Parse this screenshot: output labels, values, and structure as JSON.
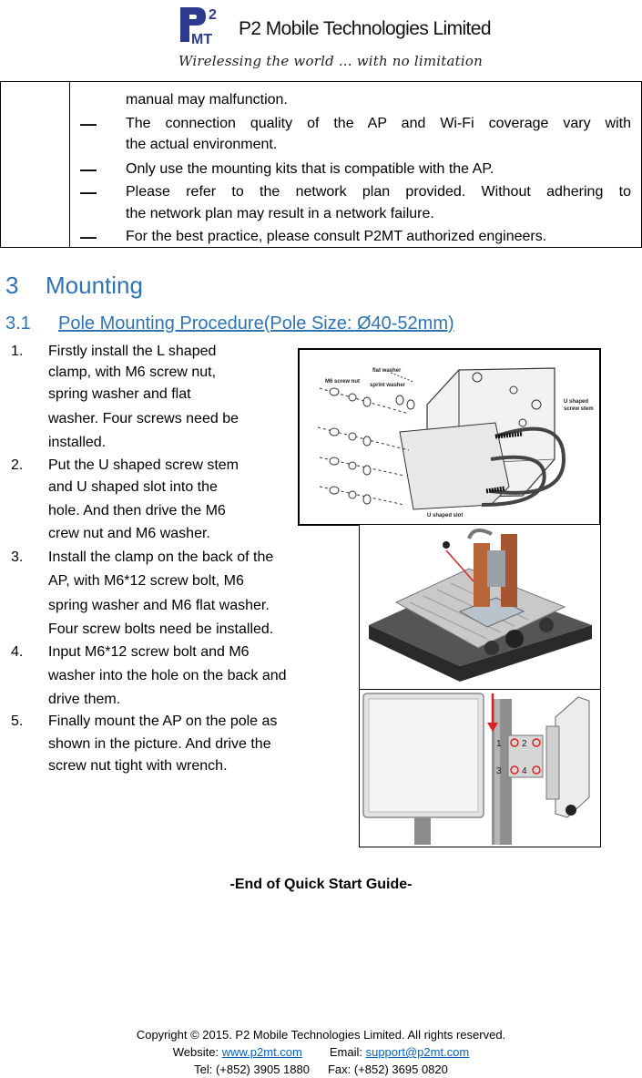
{
  "header": {
    "logo_text": "P2MT",
    "company": "P2 Mobile Technologies Limited",
    "tagline": "Wirelessing the world ... with no limitation"
  },
  "notes": {
    "lines": [
      "manual may malfunction.",
      "The connection quality of the AP and Wi-Fi coverage vary with",
      "the actual environment.",
      "Only use the mounting kits that is compatible with the AP.",
      "Please refer to the network plan provided. Without adhering to",
      "the network plan may result in a network failure.",
      "For the best practice, please consult P2MT authorized engineers."
    ],
    "bullet": "—"
  },
  "section": {
    "number": "3",
    "title": "Mounting"
  },
  "subsection": {
    "number": "3.1",
    "title": "Pole Mounting Procedure(Pole Size: Ø40-52mm)"
  },
  "steps": [
    {
      "num": "1.",
      "lines": [
        "Firstly install the L shaped",
        "clamp, with M6 screw nut,",
        "spring washer and flat",
        "washer. Four screws need be",
        "installed."
      ]
    },
    {
      "num": "2.",
      "lines": [
        "Put the U shaped screw stem",
        "and U shaped slot into the",
        "hole. And then drive the M6",
        "crew nut and M6 washer."
      ]
    },
    {
      "num": "3.",
      "lines": [
        "Install the clamp on the back of the",
        "AP, with M6*12 screw bolt, M6",
        "spring washer and M6 flat washer.",
        "Four screw bolts need be installed."
      ]
    },
    {
      "num": "4.",
      "lines": [
        "Input M6*12 screw bolt and M6",
        "washer into the hole on the back and",
        "drive them."
      ]
    },
    {
      "num": "5.",
      "lines": [
        "Finally mount the AP on the pole as",
        "shown in the picture. And drive the",
        "screw nut tight with wrench."
      ]
    }
  ],
  "diagram1_labels": {
    "flat_washer": "flat washer",
    "m6_screw_nut": "M6 screw nut",
    "sprint_washer": "sprint washer",
    "u_shaped_screw_stem_1": "U shaped",
    "u_shaped_screw_stem_2": "screw stem",
    "u_shaped_slot": "U shaped slot"
  },
  "diagram3_labels": {
    "n1": "1",
    "n2": "2",
    "n3": "3",
    "n4": "4"
  },
  "end_text": "-End of Quick Start Guide-",
  "footer": {
    "copyright": "Copyright © 2015. P2 Mobile Technologies Limited. All rights reserved.",
    "website_label": "Website: ",
    "website": "www.p2mt.com",
    "email_label": "Email: ",
    "email": "support@p2mt.com",
    "tel": "Tel: (+852) 3905 1880",
    "fax": "Fax: (+852) 3695 0820"
  },
  "colors": {
    "heading": "#2e74b5",
    "link": "#0563c1",
    "logo": "#2b3a8f"
  }
}
